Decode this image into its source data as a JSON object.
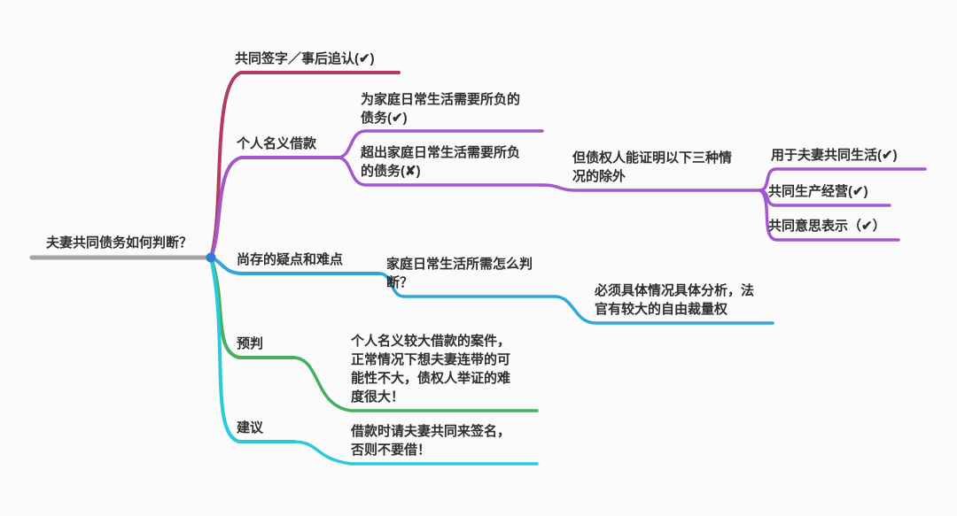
{
  "root": {
    "label": "夫妻共同债务如何判断？"
  },
  "branches": {
    "sign": {
      "label": "共同签字／事后追认(✔)"
    },
    "personal": {
      "label": "个人名义借款"
    },
    "family_need": {
      "label": "为家庭日常生活需要所负的债务(✔)"
    },
    "exceed": {
      "label": "超出家庭日常生活需要所负的债务(✘)"
    },
    "exception": {
      "label": "但债权人能证明以下三种情况的除外"
    },
    "joint_life": {
      "label": "用于夫妻共同生活(✔)"
    },
    "joint_production": {
      "label": "共同生产经营(✔)"
    },
    "joint_intent": {
      "label": "共同意思表示（✔）"
    },
    "doubts": {
      "label": "尚存的疑点和难点"
    },
    "how_judge": {
      "label": "家庭日常生活所需怎么判断？"
    },
    "analysis": {
      "label": "必须具体情况具体分析，法官有较大的自由裁量权"
    },
    "predict": {
      "label": "预判"
    },
    "predict_detail": {
      "label": "个人名义较大借款的案件，正常情况下想夫妻连带的可能性不大，债权人举证的难度很大！"
    },
    "advice": {
      "label": "建议"
    },
    "advice_detail": {
      "label": "借款时请夫妻共同来签名，否则不要借！"
    }
  },
  "colors": {
    "sign_branch": "#b43a60",
    "personal_branch": "#a257cc",
    "doubts_branch": "#2ea7da",
    "predict_branch": "#44b05e",
    "advice_branch": "#2cc8dc",
    "root_line": "#a6a6a6",
    "root_dot": "#2d7dd2"
  }
}
